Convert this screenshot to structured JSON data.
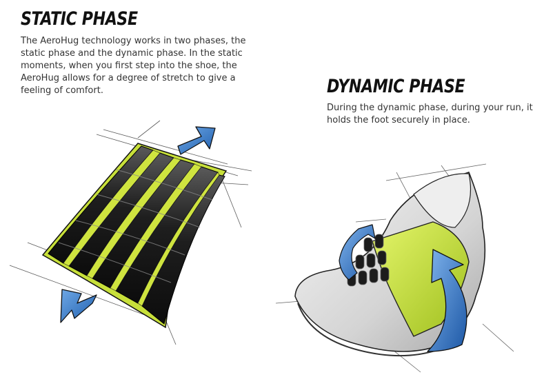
{
  "static_phase": {
    "title": "STATIC PHASE",
    "description": "The AeroHug technology works in two phases, the static phase and the dynamic phase. In the static moments, when you first step into the shoe, the AeroHug allows for a degree of stretch to give a feeling of comfort."
  },
  "dynamic_phase": {
    "title": "DYNAMIC PHASE",
    "description": "During the dynamic phase, during your run, it holds the foot securely in place."
  },
  "colors": {
    "accent_lime": "#c8e03a",
    "arrow_blue": "#2f72c4",
    "band_black": "#1b1b1b",
    "shoe_gray": "#d9d9d9"
  }
}
